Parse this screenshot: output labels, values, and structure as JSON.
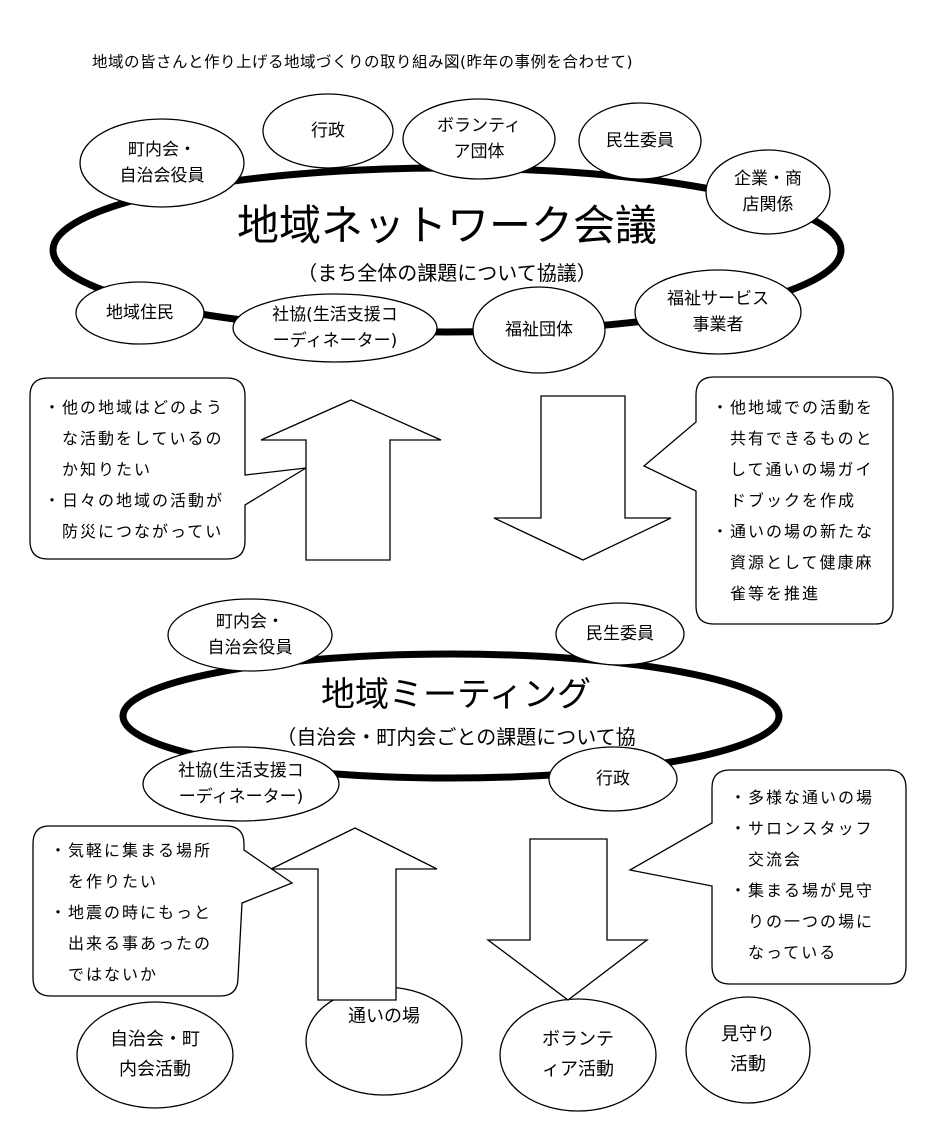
{
  "title": "地域の皆さんと作り上げる地域づくりの取り組み図(昨年の事例を合わせて)",
  "network_meeting": {
    "title": "地域ネットワーク会議",
    "subtitle": "（まち全体の課題について協議）",
    "members": [
      "町内会・\n自治会役員",
      "行政",
      "ボランティ\nア団体",
      "民生委員",
      "企業・商\n店関係",
      "地域住民",
      "社協(生活支援コ\nーディネーター)",
      "福祉団体",
      "福祉サービス\n事業者"
    ]
  },
  "upper_left_bubble": [
    [
      "・他の地域はどのよう",
      "な活動をしているの",
      "か知りたい"
    ],
    [
      "・日々の地域の活動が",
      "防災につながってい"
    ]
  ],
  "upper_right_bubble": [
    [
      "・他地域での活動を",
      "共有できるものと",
      "して通いの場ガイ",
      "ドブックを作成"
    ],
    [
      "・通いの場の新たな",
      "資源として健康麻",
      "雀等を推進"
    ]
  ],
  "local_meeting": {
    "title": "地域ミーティング",
    "subtitle": "（自治会・町内会ごとの課題について協",
    "members": [
      "町内会・\n自治会役員",
      "民生委員",
      "社協(生活支援コ\nーディネーター)",
      "行政"
    ]
  },
  "lower_left_bubble": [
    [
      "・気軽に集まる場所",
      "を作りたい"
    ],
    [
      "・地震の時にもっと",
      "出来る事あったの",
      "ではないか"
    ]
  ],
  "lower_right_bubble": [
    [
      "・多様な通いの場"
    ],
    [
      "・サロンスタッフ",
      "交流会"
    ],
    [
      "・集まる場が見守",
      "りの一つの場に",
      "なっている"
    ]
  ],
  "activities": [
    "自治会・町\n内会活動",
    "通いの場",
    "ボランテ\nィア活動",
    "見守り\n活動"
  ]
}
